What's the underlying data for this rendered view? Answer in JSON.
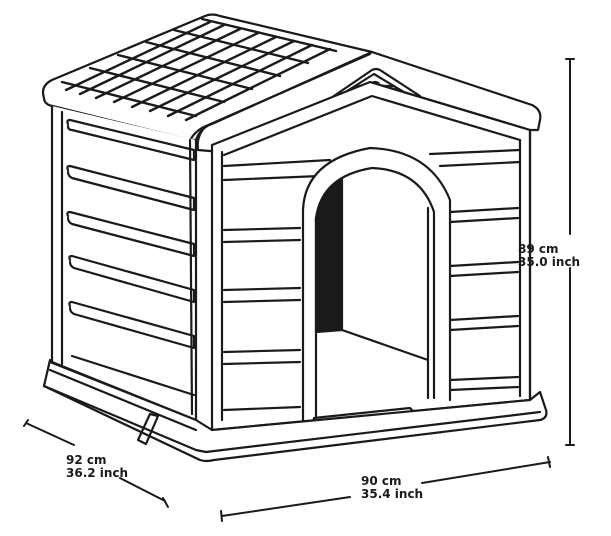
{
  "diagram": {
    "subject": "Plastic dog house line drawing",
    "stroke_color": "#1a1a1a",
    "background_color": "#ffffff",
    "door_shadow_color": "#1a1a1a"
  },
  "dimensions": {
    "height": {
      "cm": "89 cm",
      "inch": "35.0 inch"
    },
    "width": {
      "cm": "90 cm",
      "inch": "35.4 inch"
    },
    "depth": {
      "cm": "92 cm",
      "inch": "36.2 inch"
    }
  }
}
